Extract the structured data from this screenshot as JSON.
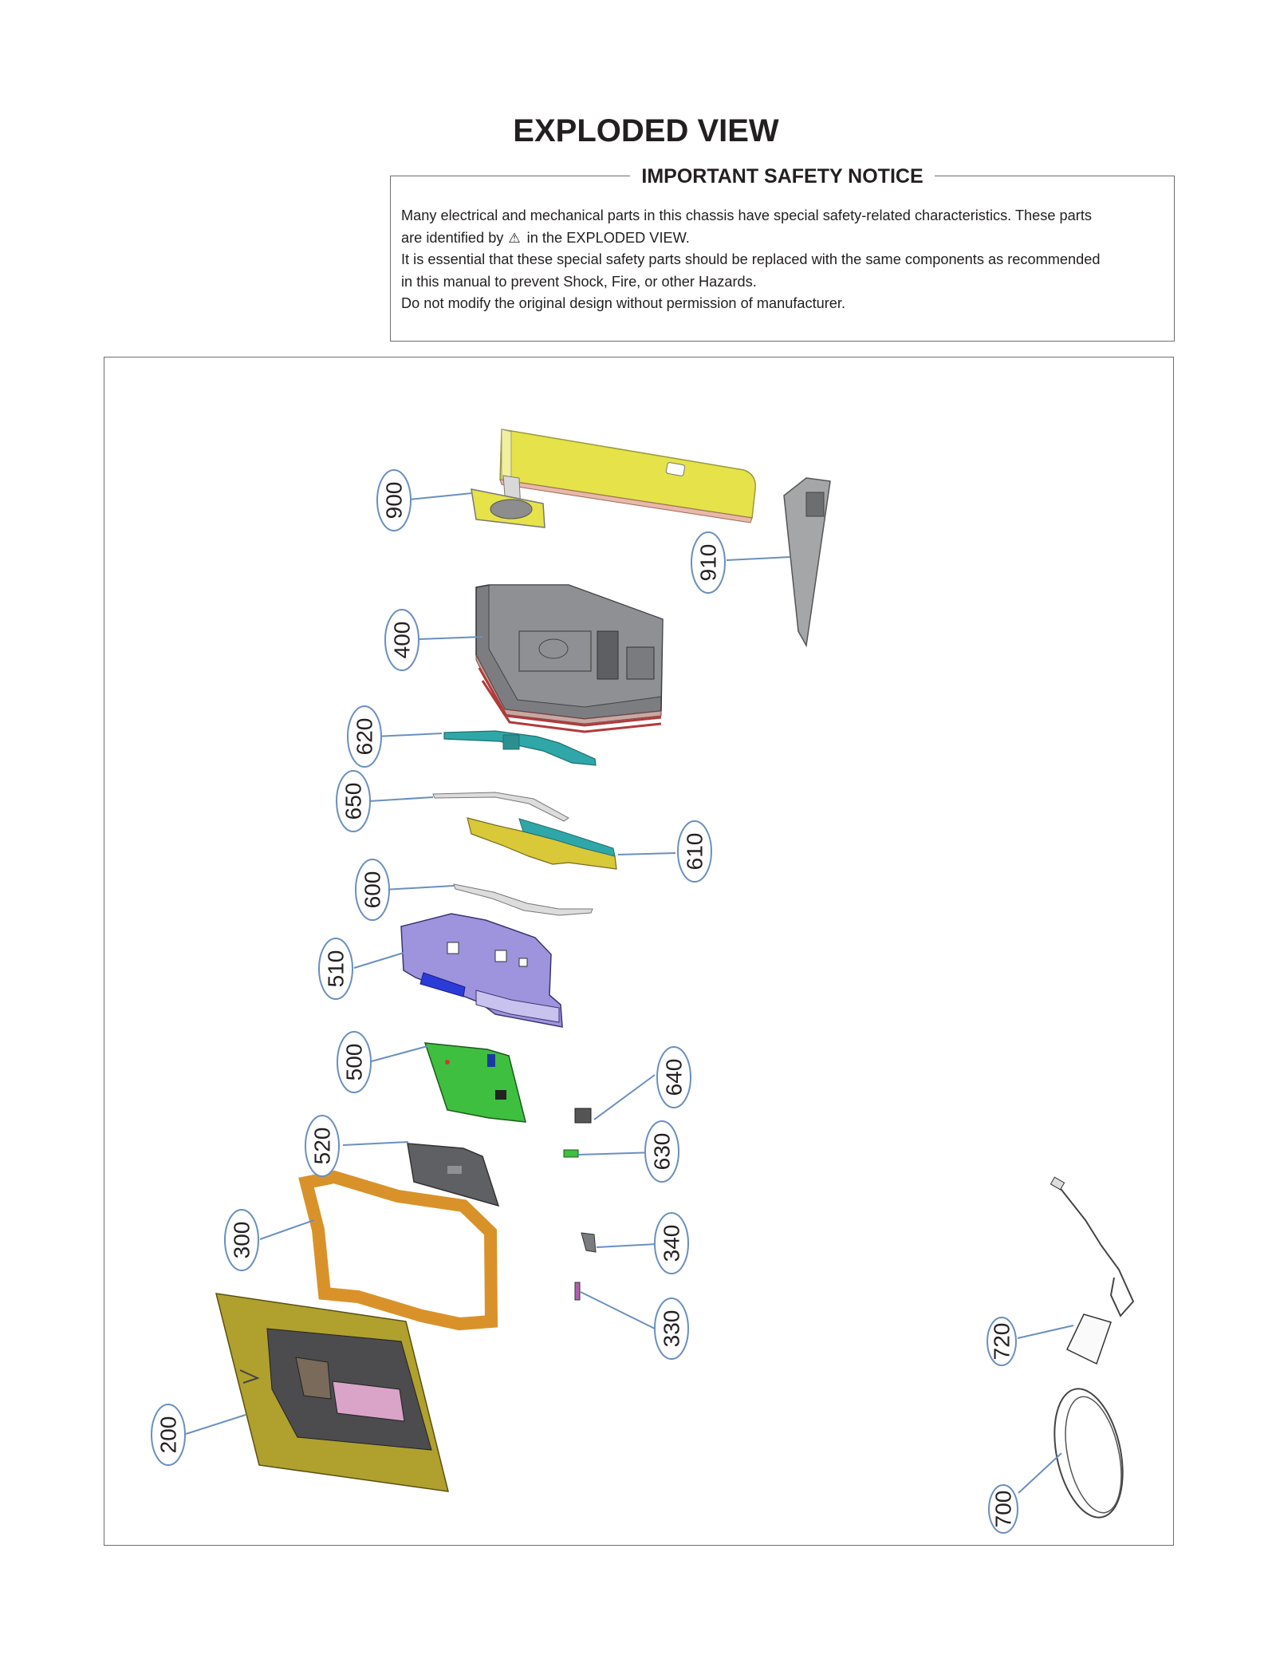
{
  "page": {
    "title": "EXPLODED VIEW"
  },
  "notice": {
    "heading": "IMPORTANT SAFETY NOTICE",
    "line1": "Many electrical and mechanical parts in this chassis have special safety-related characteristics. These parts",
    "line2_before": "are identified by",
    "warning_symbol": "⚠",
    "line2_after": "in the  EXPLODED VIEW.",
    "line3": "It is essential that these special safety parts should be replaced with the same components as recommended",
    "line4": "in this manual to prevent Shock, Fire, or other Hazards.",
    "line5": "Do not modify the original design without permission of manufacturer."
  },
  "diagram": {
    "callout_color": "#6a8fc0",
    "callouts": [
      {
        "id": "900",
        "label": "900"
      },
      {
        "id": "910",
        "label": "910"
      },
      {
        "id": "400",
        "label": "400"
      },
      {
        "id": "620",
        "label": "620"
      },
      {
        "id": "650",
        "label": "650"
      },
      {
        "id": "610",
        "label": "610"
      },
      {
        "id": "600",
        "label": "600"
      },
      {
        "id": "510",
        "label": "510"
      },
      {
        "id": "500",
        "label": "500"
      },
      {
        "id": "640",
        "label": "640"
      },
      {
        "id": "630",
        "label": "630"
      },
      {
        "id": "520",
        "label": "520"
      },
      {
        "id": "300",
        "label": "300"
      },
      {
        "id": "340",
        "label": "340"
      },
      {
        "id": "330",
        "label": "330"
      },
      {
        "id": "200",
        "label": "200"
      },
      {
        "id": "720",
        "label": "720"
      },
      {
        "id": "700",
        "label": "700"
      }
    ],
    "part_colors": {
      "stand": "#e6e24a",
      "back_cover": "#8c8e92",
      "blue_shield": "#2fa7a8",
      "yellow_cover": "#d9c838",
      "metal_frame": "#9d94dd",
      "pcb": "#3fbf3f",
      "bezel": "#d9922a",
      "panel": "#b0a02e"
    }
  }
}
